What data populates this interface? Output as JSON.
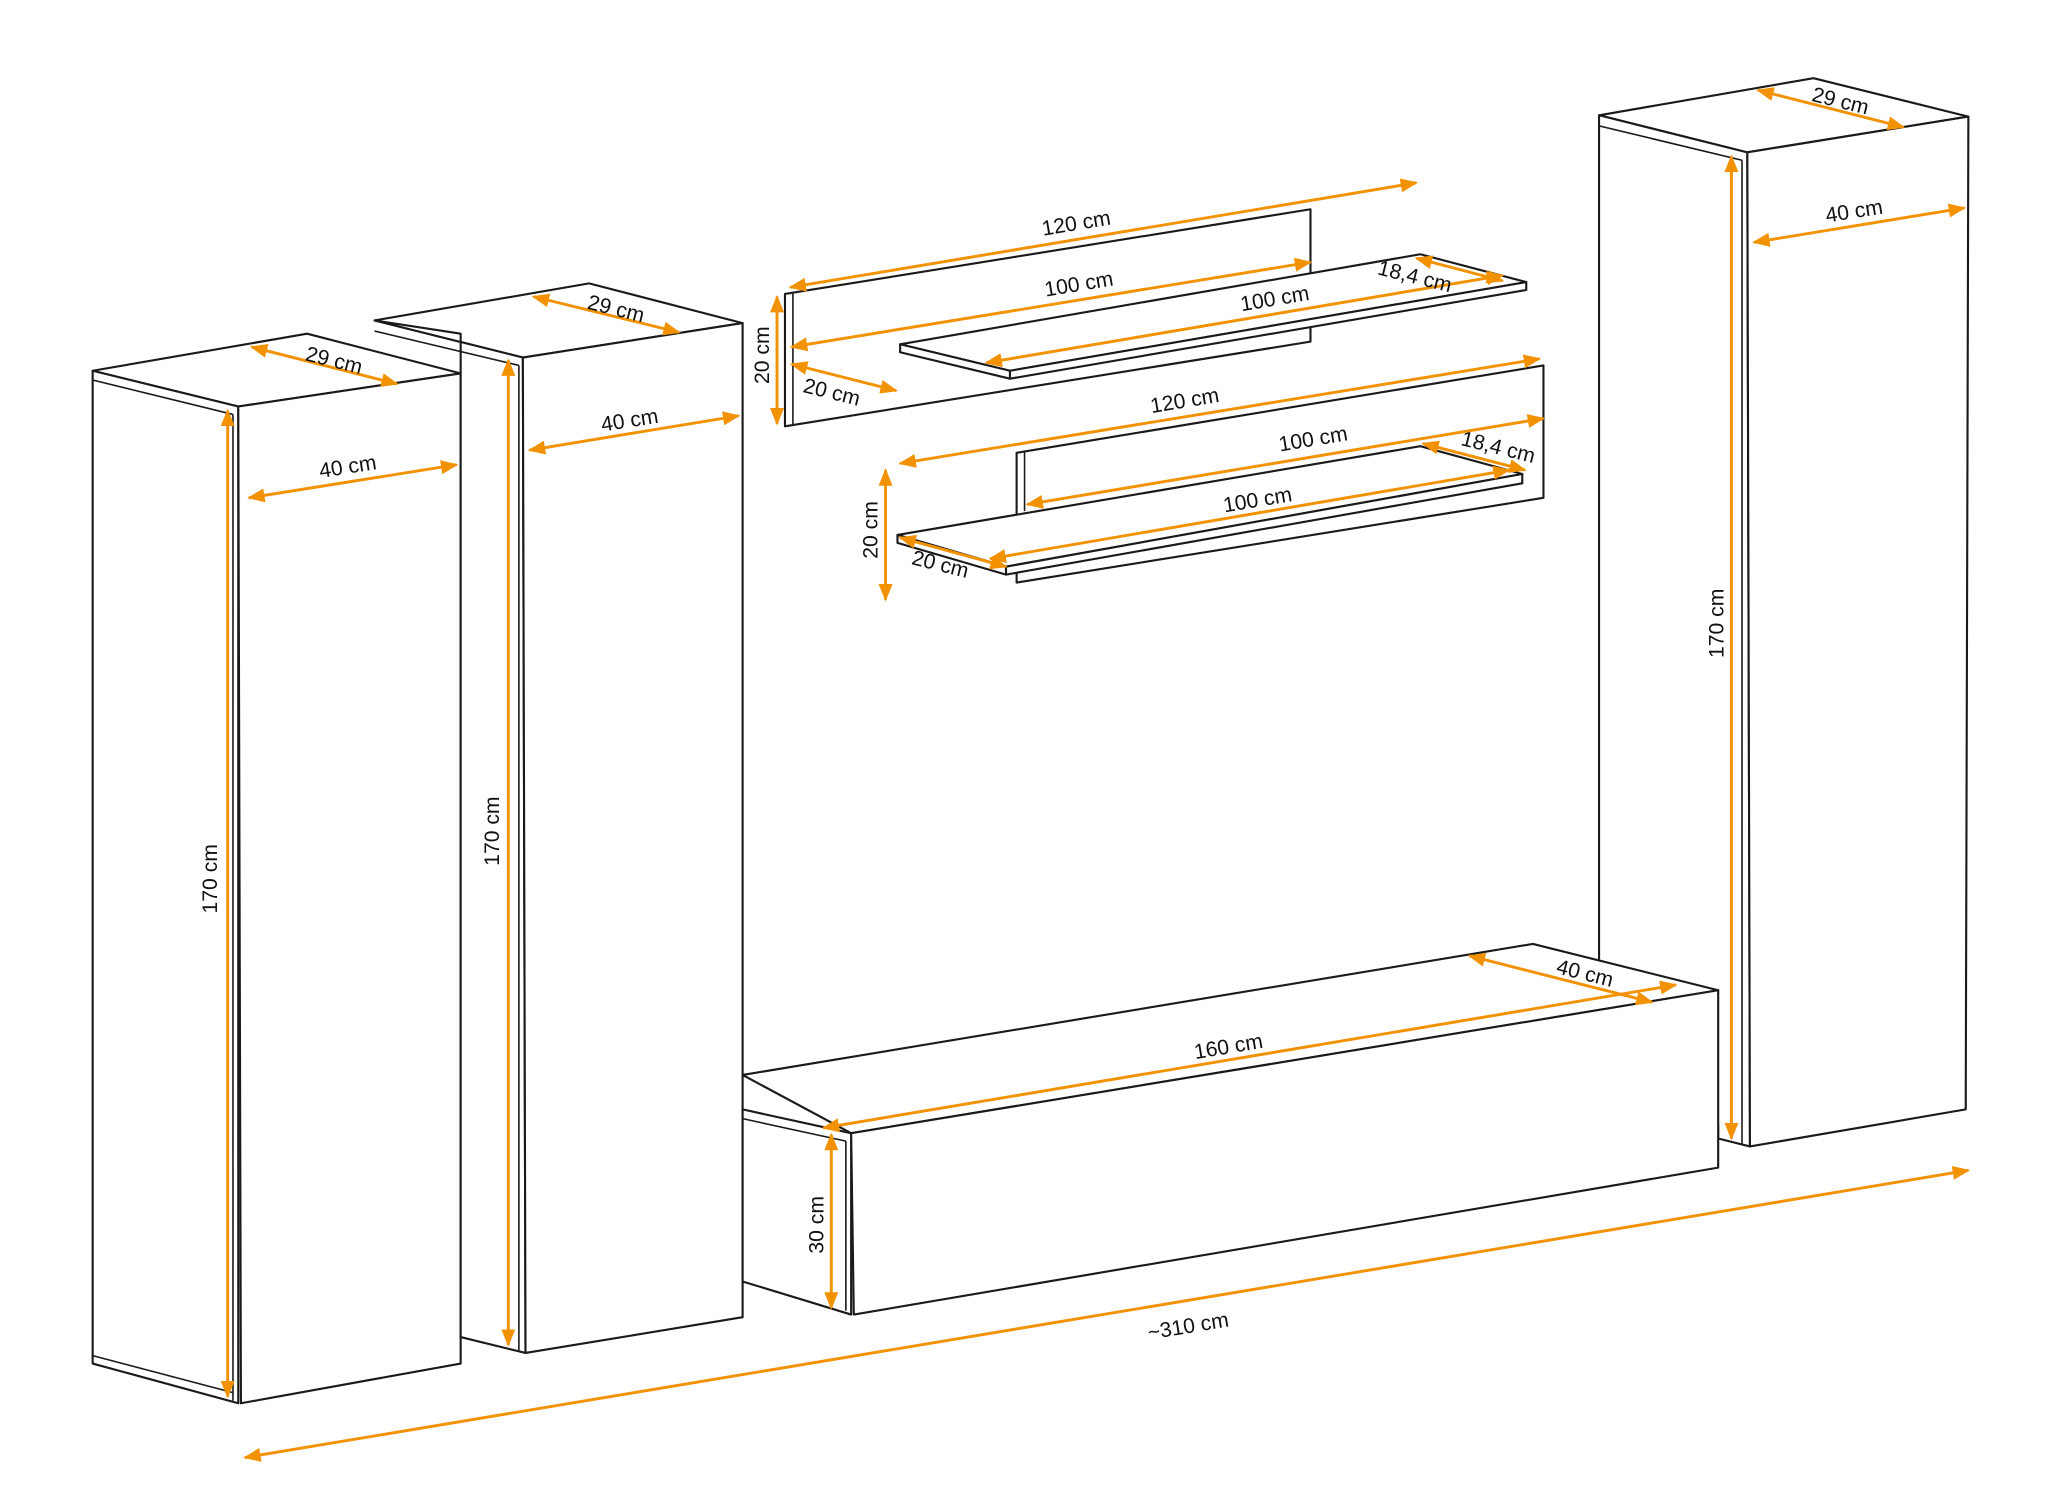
{
  "diagram": {
    "accent_color": "#f39200",
    "line_color": "#1a1a1a",
    "labels": {
      "cab1_depth": "29 cm",
      "cab1_width": "40 cm",
      "cab1_height": "170 cm",
      "cab2_depth": "29 cm",
      "cab2_width": "40 cm",
      "cab2_height": "170 cm",
      "cab3_depth": "29 cm",
      "cab3_width": "40 cm",
      "cab3_height": "170 cm",
      "shelf1_panel_width": "120 cm",
      "shelf1_plate_back": "100 cm",
      "shelf1_plate_front": "100 cm",
      "shelf1_plate_depth": "18,4 cm",
      "shelf1_height": "20 cm",
      "shelf1_depth": "20 cm",
      "shelf2_panel_width": "120 cm",
      "shelf2_plate_back": "100 cm",
      "shelf2_plate_front": "100 cm",
      "shelf2_plate_depth": "18,4 cm",
      "shelf2_height": "20 cm",
      "shelf2_depth": "20 cm",
      "tv_width": "160 cm",
      "tv_depth": "40 cm",
      "tv_height": "30 cm",
      "total_width": "~310 cm"
    }
  }
}
